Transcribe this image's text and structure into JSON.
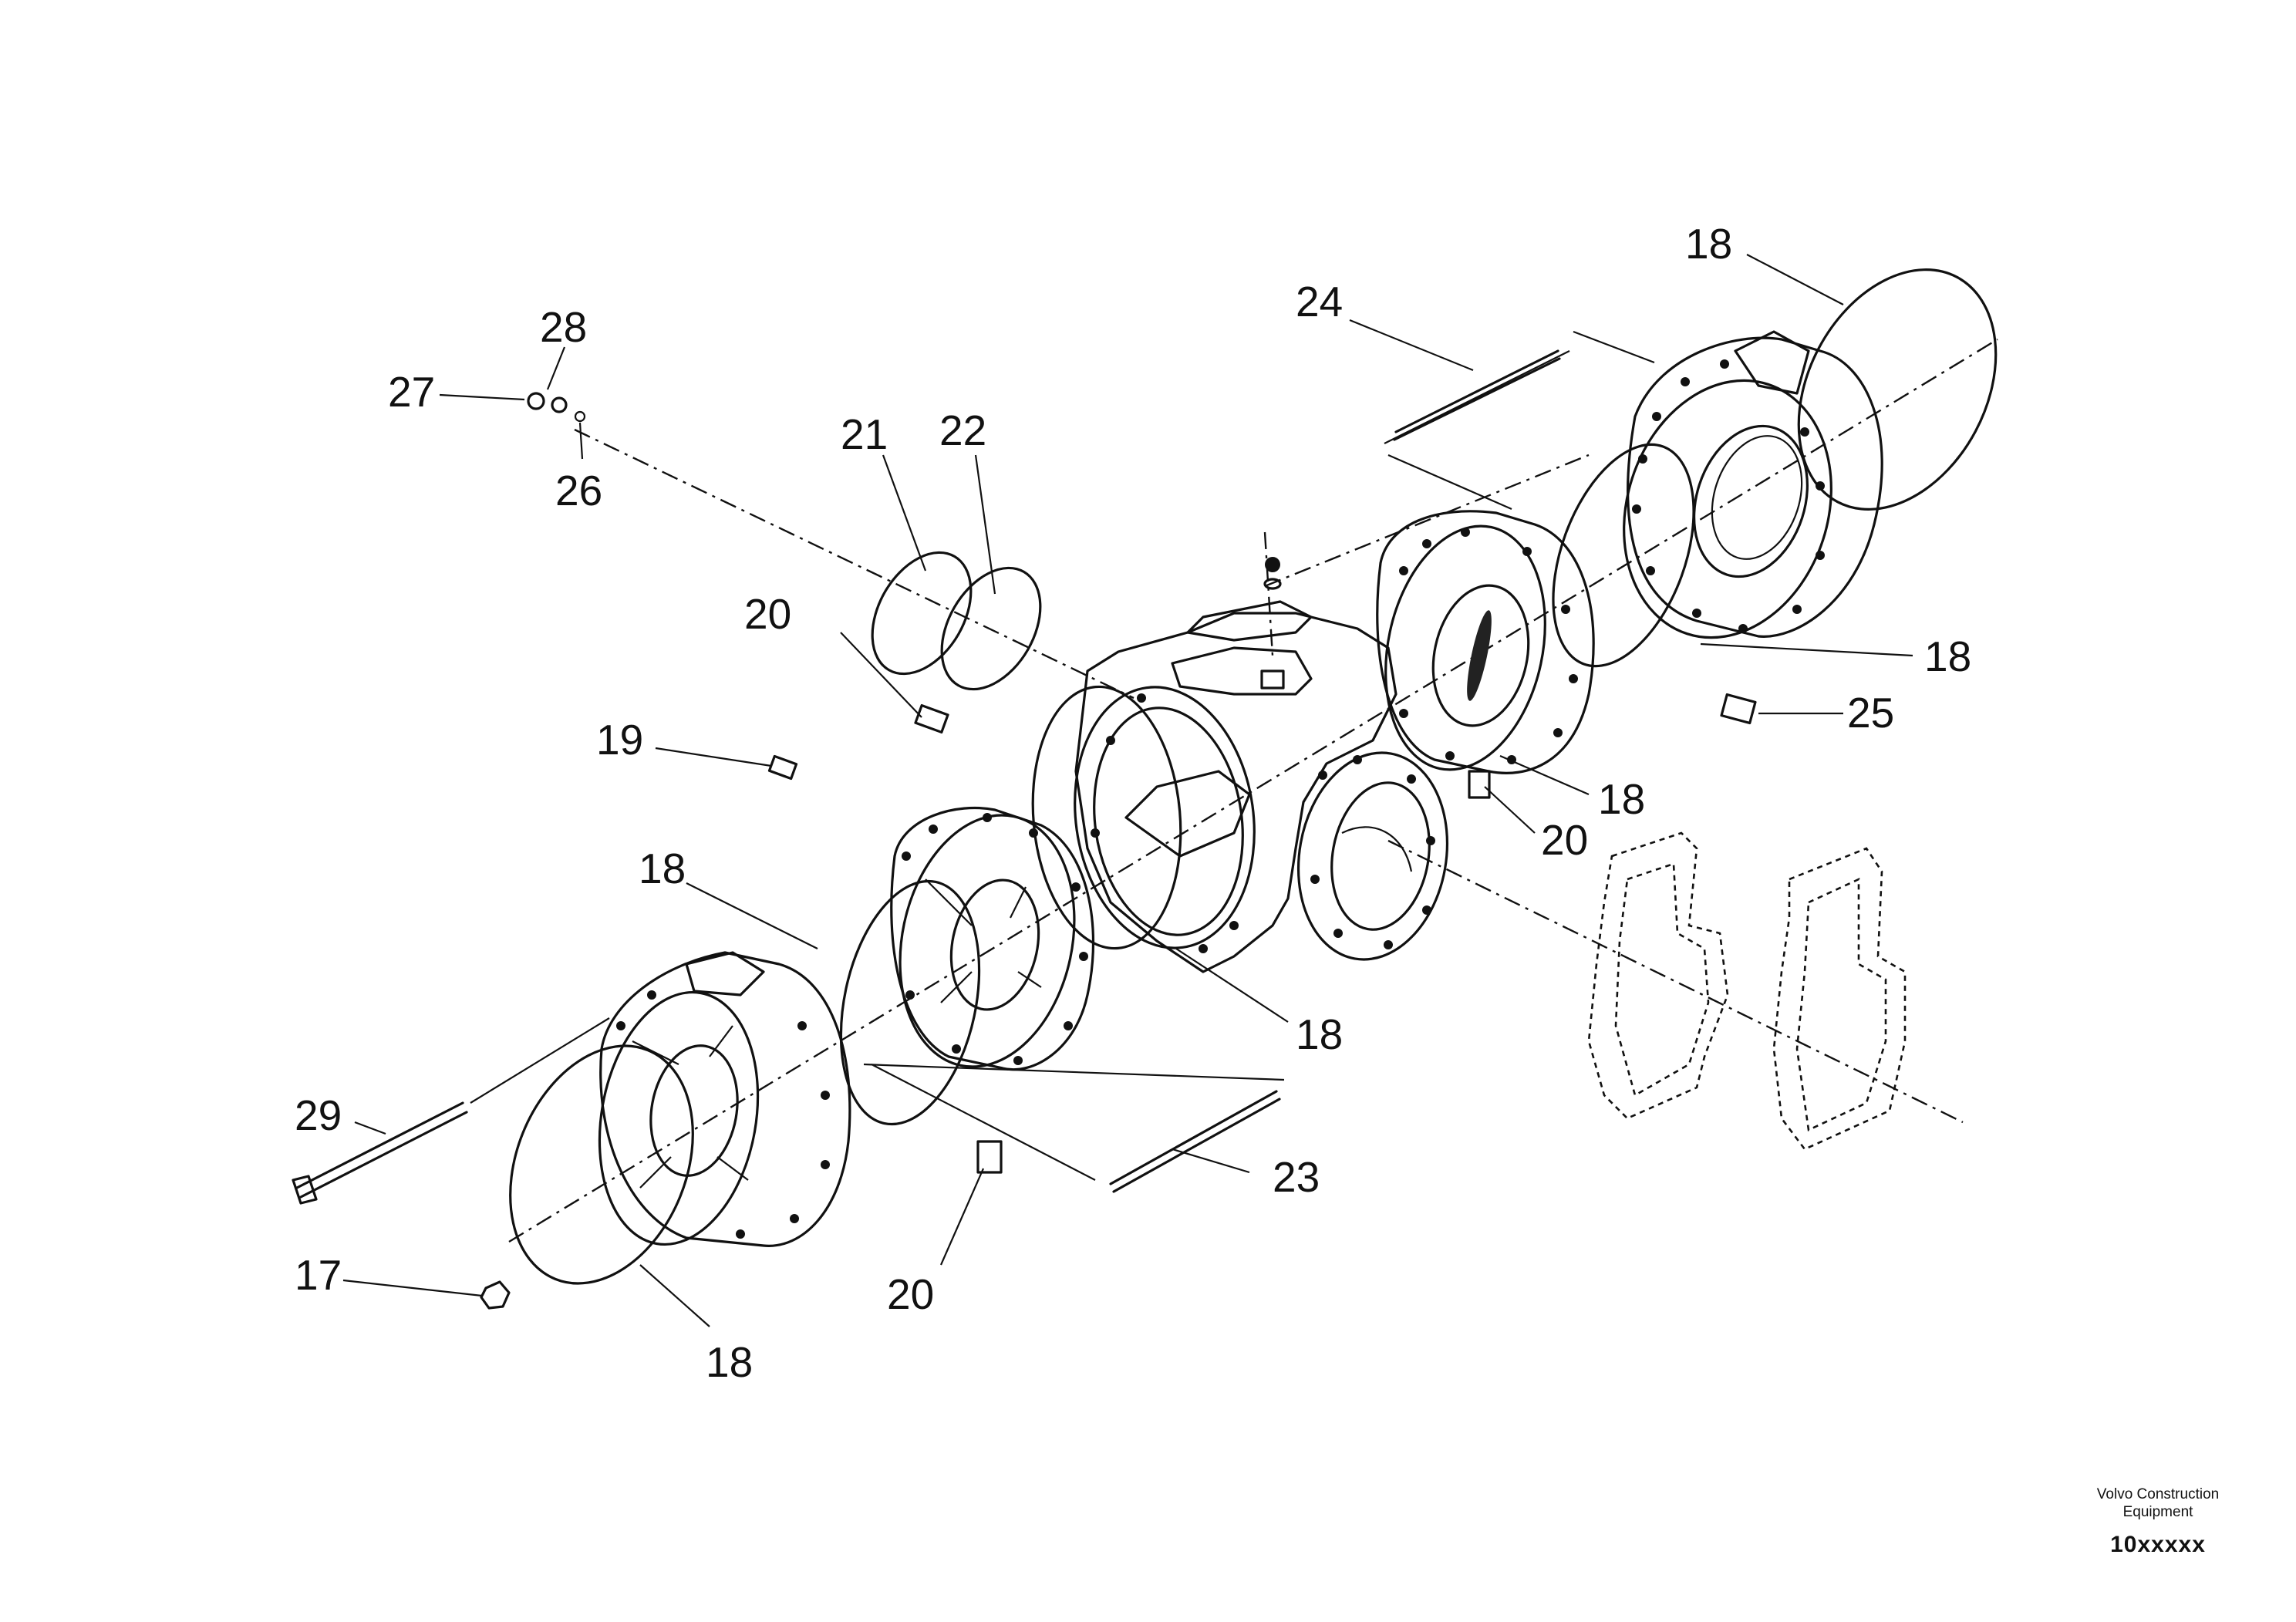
{
  "diagram": {
    "callouts": [
      "18",
      "24",
      "28",
      "27",
      "26",
      "21",
      "22",
      "20",
      "18",
      "25",
      "19",
      "20",
      "18",
      "18",
      "20",
      "18",
      "29",
      "23",
      "20",
      "17",
      "18"
    ],
    "footer": {
      "brand_line1": "Volvo Construction",
      "brand_line2": "Equipment",
      "code": "10xxxxx"
    }
  }
}
